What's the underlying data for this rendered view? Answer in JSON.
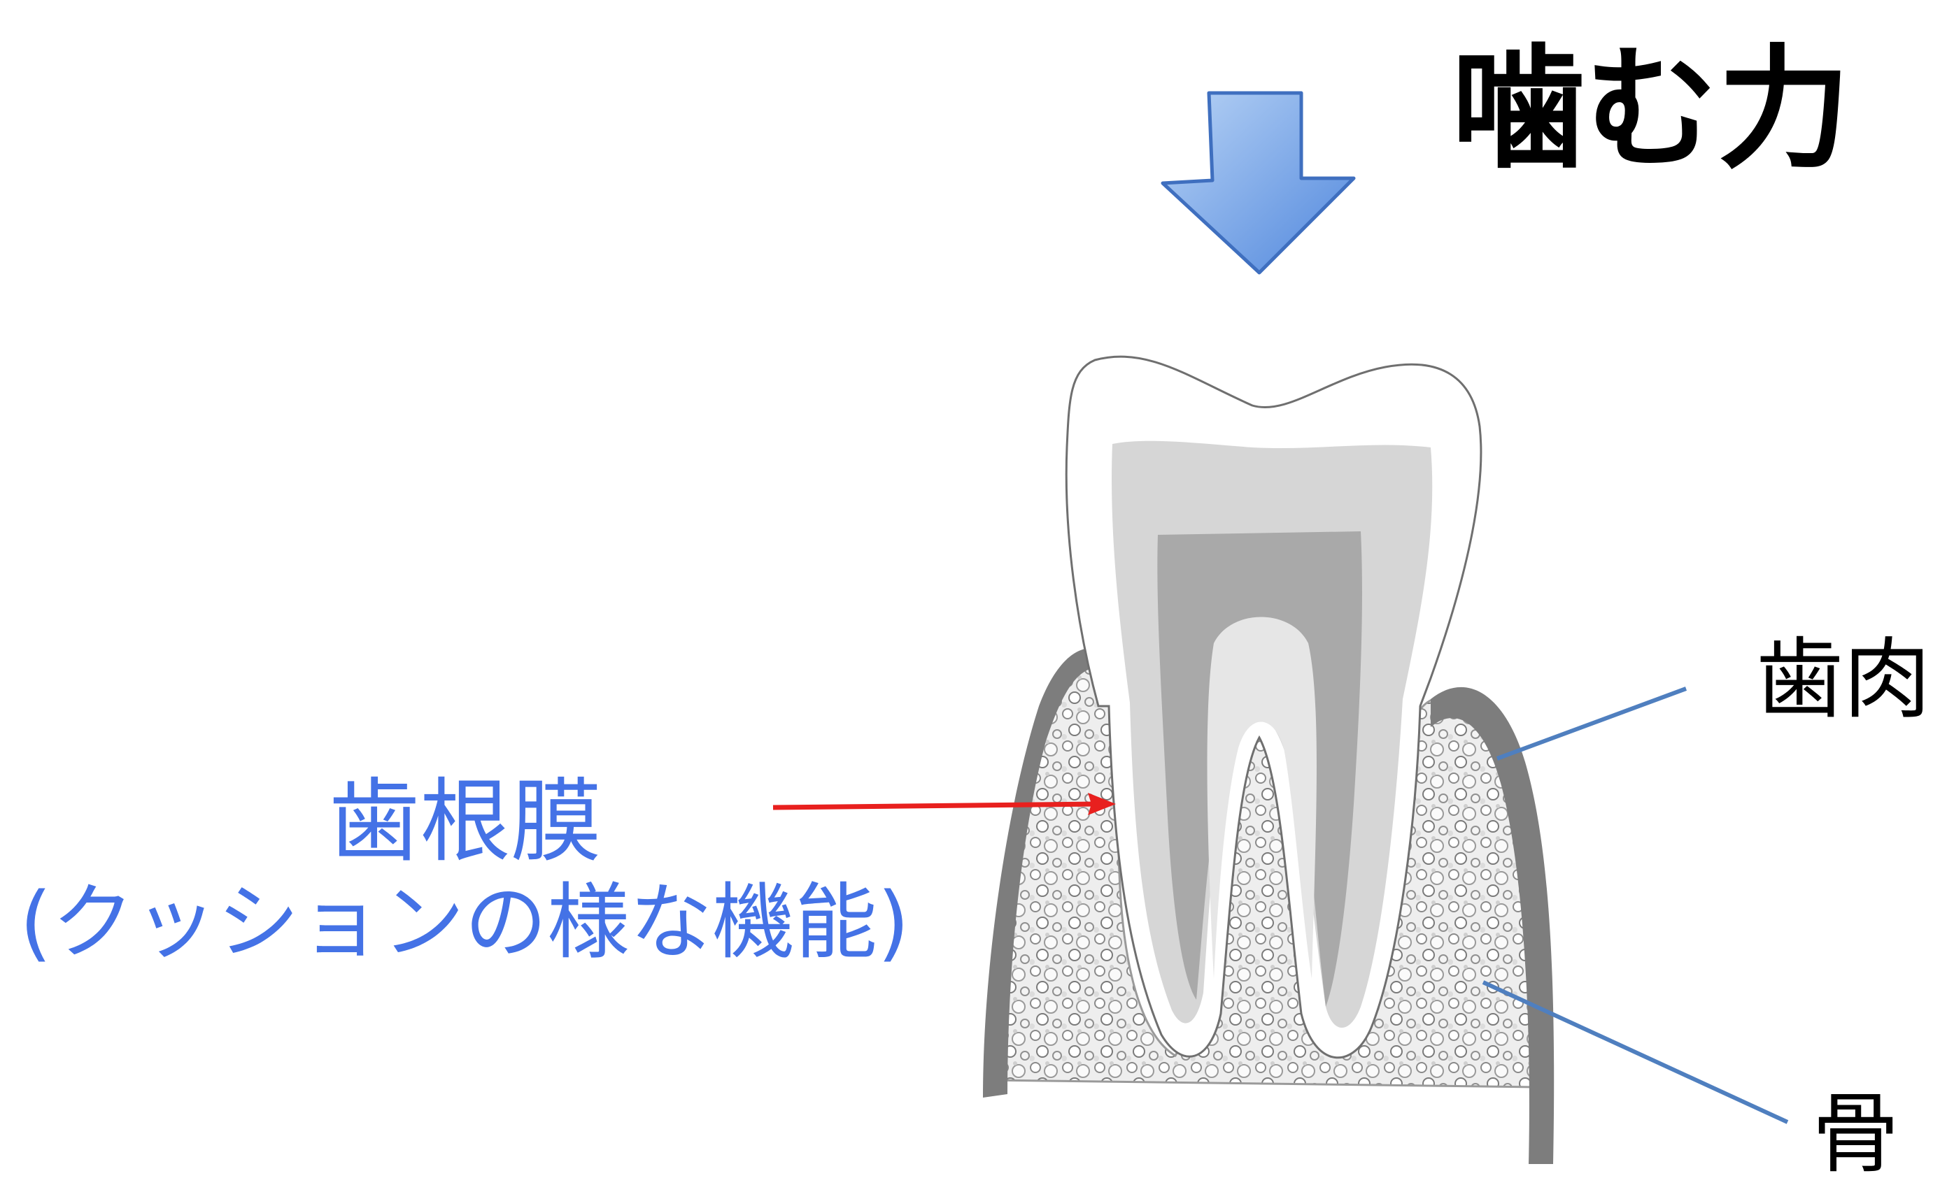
{
  "labels": {
    "bite_force": "噛む力",
    "periodontal_ligament": "歯根膜",
    "periodontal_ligament_desc": "(クッションの様な機能)",
    "gum": "歯肉",
    "bone": "骨"
  },
  "colors": {
    "arrow_fill_light": "#a9c8f2",
    "arrow_fill_dark": "#5b8fe0",
    "arrow_stroke": "#3f6fbf",
    "label_blue": "#4472e6",
    "pointer_red": "#e8201e",
    "leader_blue": "#4f7fbf",
    "gum_gray": "#7d7d7d",
    "enamel": "#ffffff",
    "dentin": "#d6d6d6",
    "pulp": "#a9a9a9",
    "pulp_core": "#e4e4e4"
  },
  "icons": {
    "force_arrow": "down-arrow-icon"
  }
}
